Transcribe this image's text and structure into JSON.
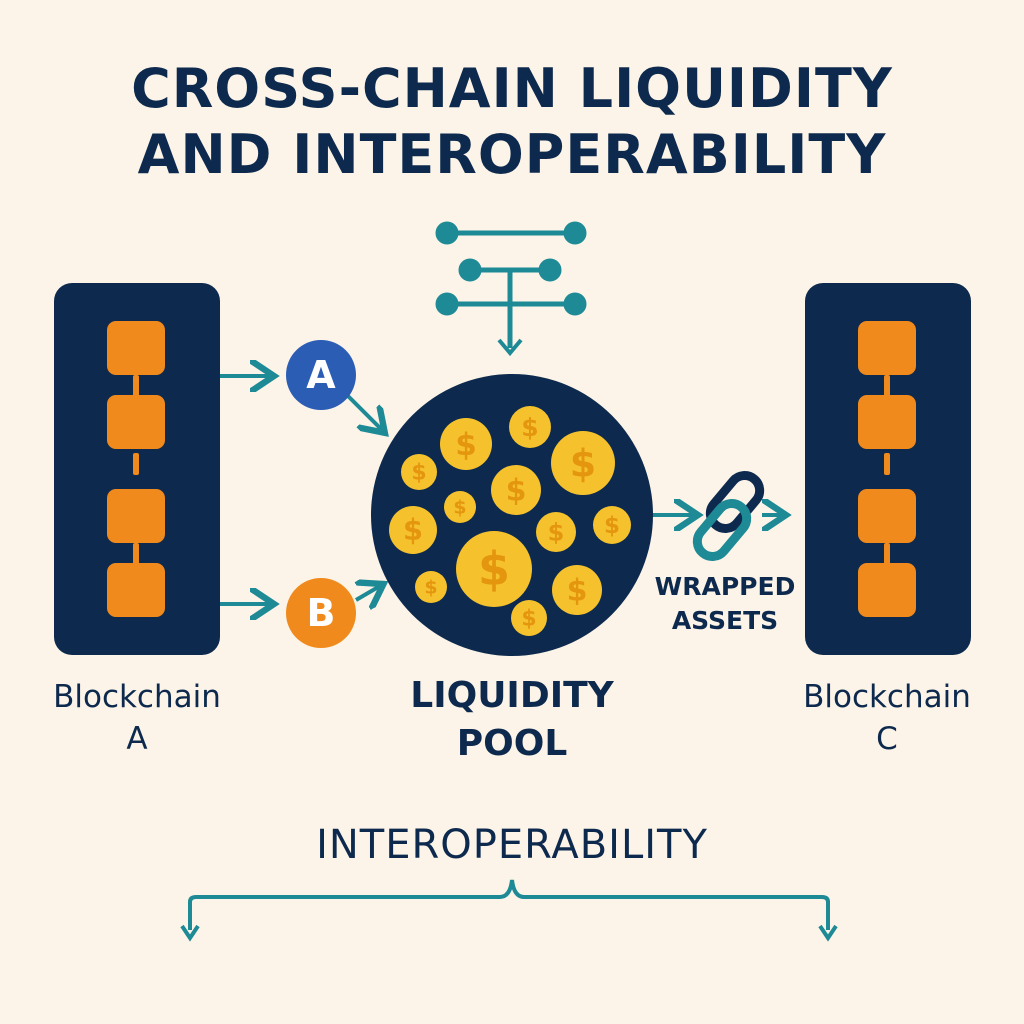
{
  "title": {
    "line1": "CROSS-CHAIN LIQUIDITY",
    "line2": "AND INTEROPERABILITY"
  },
  "blockchain_a": {
    "line1": "Blockchain",
    "line2": "A"
  },
  "blockchain_c": {
    "line1": "Blockchain",
    "line2": "C"
  },
  "tokens": {
    "a": "A",
    "b": "B"
  },
  "pool": {
    "line1": "LIQUIDITY",
    "line2": "POOL",
    "coin_symbol": "$"
  },
  "wrapped": {
    "line1": "WRAPPED",
    "line2": "ASSETS"
  },
  "interoperability": "INTEROPERABILITY",
  "colors": {
    "background": "#fcf4e8",
    "navy": "#0d2a4e",
    "orange": "#f08a1c",
    "teal": "#1d8a96",
    "token_blue": "#2b5db5",
    "coin_gold": "#f5c22d",
    "coin_dollar": "#e5960f"
  },
  "icons": [
    "network-connector-icon",
    "chain-link-icon",
    "dollar-coin-icon"
  ]
}
